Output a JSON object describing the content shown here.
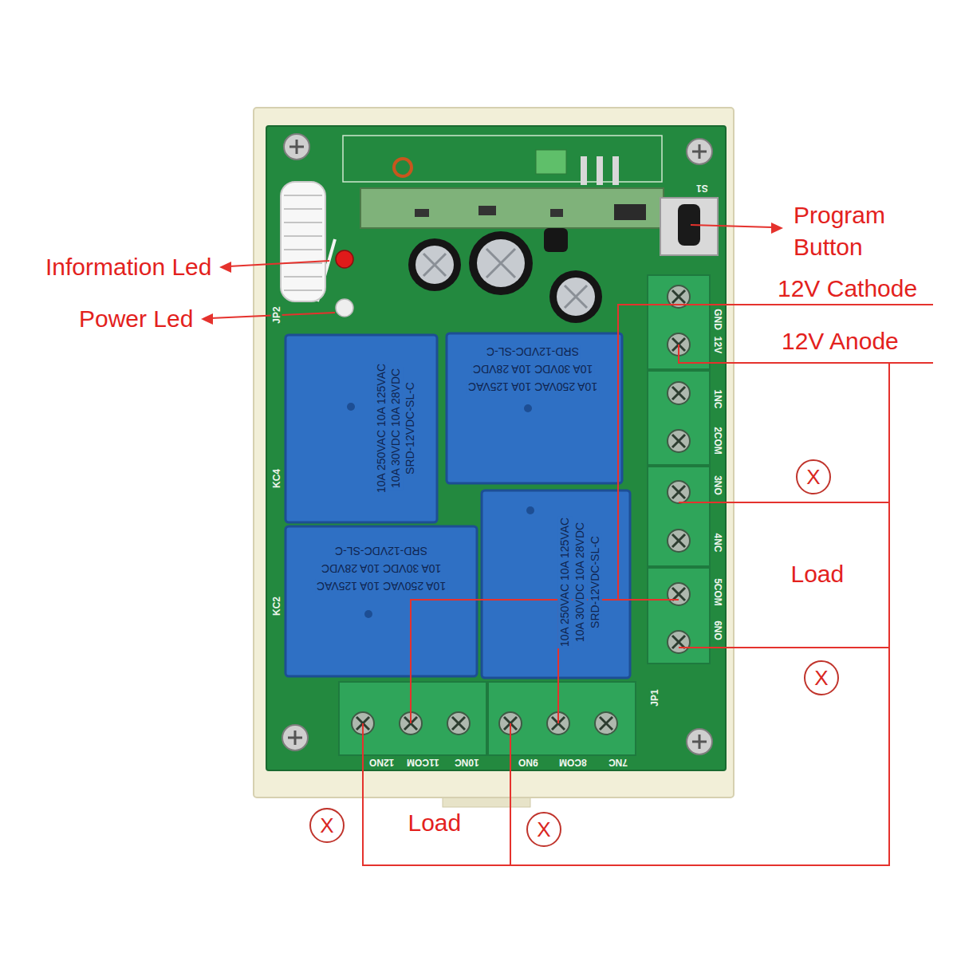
{
  "diagram": {
    "nodes": [
      {
        "text": [
          "X"
        ]
      },
      {
        "text": [
          "X"
        ]
      },
      {
        "text": [
          "X"
        ]
      },
      {
        "text": [
          "X"
        ]
      }
    ],
    "labels": [
      "Information Led",
      "Power Led",
      "Program Button",
      "12V Cathode",
      "12V Anode",
      "Load",
      "Load",
      "10A 250VAC 10A 125VAC",
      "10A 30VDC 10A 28VDC",
      "SRD-12VDC-SL-C",
      "10A 250VAC 10A 125VAC",
      "10A 30VDC 10A 28VDC",
      "SRD-12VDC-SL-C",
      "10A 250VAC 10A 125VAC",
      "10A 30VDC 10A 28VDC",
      "SRD-12VDC-SL-C",
      "10A 250VAC 10A 125VAC",
      "10A 30VDC 10A 28VDC",
      "SRD-12VDC-SL-C",
      "GND",
      "12V",
      "1NC",
      "2COM",
      "3NO",
      "4NC",
      "5COM",
      "6NO",
      "12NO",
      "11COM",
      "10NC",
      "9NO",
      "8COM",
      "7NC",
      "KC4",
      "KC2",
      "JP1",
      "JP2",
      "S1"
    ]
  }
}
